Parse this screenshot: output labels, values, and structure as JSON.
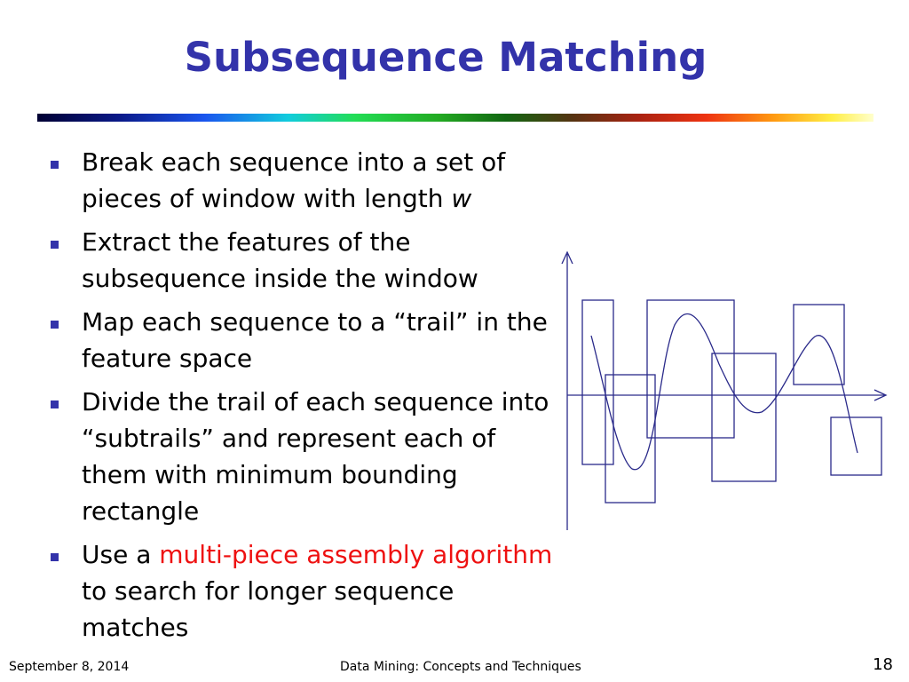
{
  "slide": {
    "title": "Subsequence Matching",
    "bullets": [
      {
        "text": "Break each sequence into a set of pieces of window with length ",
        "emphasis": "w"
      },
      {
        "text": "Extract the features of the subsequence inside the window"
      },
      {
        "text": "Map each sequence to a “trail” in the feature space"
      },
      {
        "text": "Divide the trail of each sequence into “subtrails” and represent each of them with minimum bounding rectangle"
      },
      {
        "prefix": "Use a ",
        "highlight": "multi-piece assembly algorithm",
        "suffix": " to search for longer sequence matches"
      }
    ]
  },
  "footer": {
    "date": "September 8, 2014",
    "course": "Data Mining: Concepts and Techniques",
    "page": "18"
  },
  "colors": {
    "title": "#3333aa",
    "bullet": "#3333aa",
    "highlight": "#ee1111",
    "diagram": "#2a2a8a"
  }
}
